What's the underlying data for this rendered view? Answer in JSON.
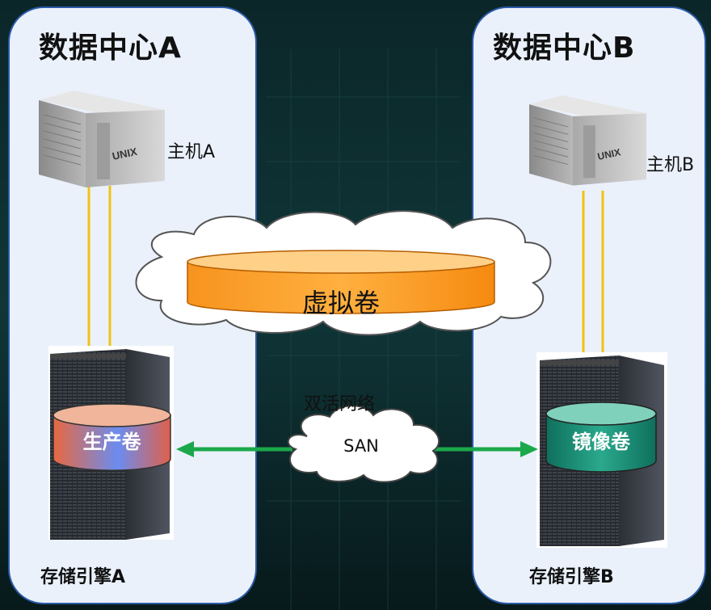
{
  "datacenter_a": {
    "title": "数据中心A",
    "host_label": "主机A",
    "engine_label": "存储引擎A",
    "volume_label": "生产卷"
  },
  "datacenter_b": {
    "title": "数据中心B",
    "host_label": "主机B",
    "engine_label": "存储引擎B",
    "volume_label": "镜像卷"
  },
  "server_badge": "UNIX",
  "virtual_volume": {
    "label": "虚拟卷"
  },
  "network": {
    "label": "双活网络",
    "san_label": "SAN"
  },
  "colors": {
    "panel_fill": "#eaf1fb",
    "panel_border": "#2b5aa8",
    "link_line": "#f2c20f",
    "san_arrow": "#1ba84a",
    "virtual_volume": "#f7931e",
    "mirror_volume": "#1f8f78",
    "background": "#0d2a2c"
  }
}
